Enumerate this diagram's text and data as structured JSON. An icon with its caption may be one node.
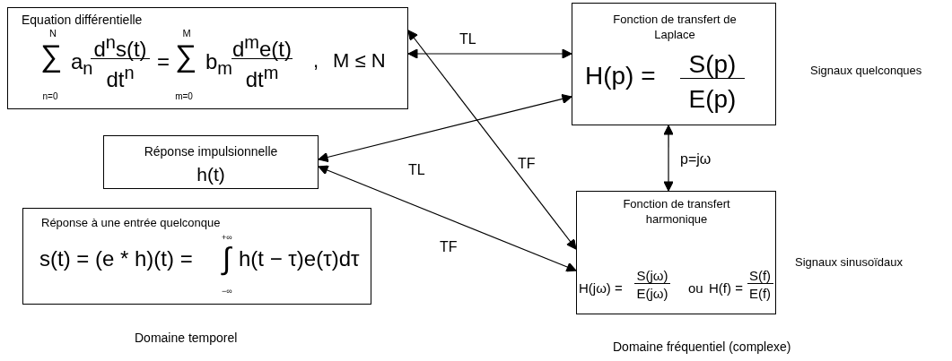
{
  "diagram": {
    "nodes": [
      {
        "text": [
          "Equation différentielle",
          "N",
          "∑",
          "n=0",
          "a$_{n}$",
          "d$^{n}$s(t)",
          "dt$^{n}$",
          "=",
          "M",
          "∑",
          "m=0",
          "b$_{m}$",
          "d$^{m}$e(t)",
          "dt$^{m}$",
          ",",
          "M ≤ N"
        ]
      },
      {
        "text": [
          "Fonction de transfert de Laplace",
          "H(p) =",
          "S(p)",
          "E(p)"
        ],
        "beside": [
          "Signaux quelconques"
        ]
      },
      {
        "text": [
          "Réponse impulsionnelle",
          "h(t)"
        ]
      },
      {
        "text": [
          "Réponse à une entrée quelconque",
          "s(t) = (e * h)(t) =",
          "+∞",
          "∫",
          "−∞",
          "h(t − τ)e(τ)dτ"
        ]
      },
      {
        "text": [
          "Fonction de transfert harmonique",
          "H(jω) =",
          "S(jω)",
          "E(jω)",
          "ou",
          "H(f) =",
          "S(f)",
          "E(f)"
        ],
        "beside": [
          "Signaux sinusoïdaux"
        ]
      }
    ],
    "edges": [
      {
        "from": 0,
        "to": 1,
        "arrow": "both",
        "label": "TL"
      },
      {
        "from": 2,
        "to": 1,
        "arrow": "both",
        "label": "TL"
      },
      {
        "from": 0,
        "to": 4,
        "arrow": "both",
        "label": "TF"
      },
      {
        "from": 2,
        "to": 4,
        "arrow": "both",
        "label": "TF"
      },
      {
        "from": 1,
        "to": 4,
        "arrow": "both",
        "label": "p=jω"
      }
    ],
    "labels": [
      "Domaine temporel",
      "Domaine fréquentiel (complexe)"
    ]
  }
}
